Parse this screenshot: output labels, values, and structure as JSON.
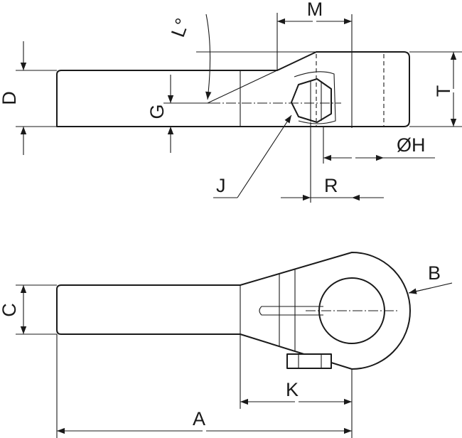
{
  "labels": {
    "M": "M",
    "L": "L°",
    "D": "D",
    "G": "G",
    "T": "T",
    "H": "ØH",
    "J": "J",
    "R": "R",
    "B": "B",
    "C": "C",
    "K": "K",
    "A": "A"
  }
}
